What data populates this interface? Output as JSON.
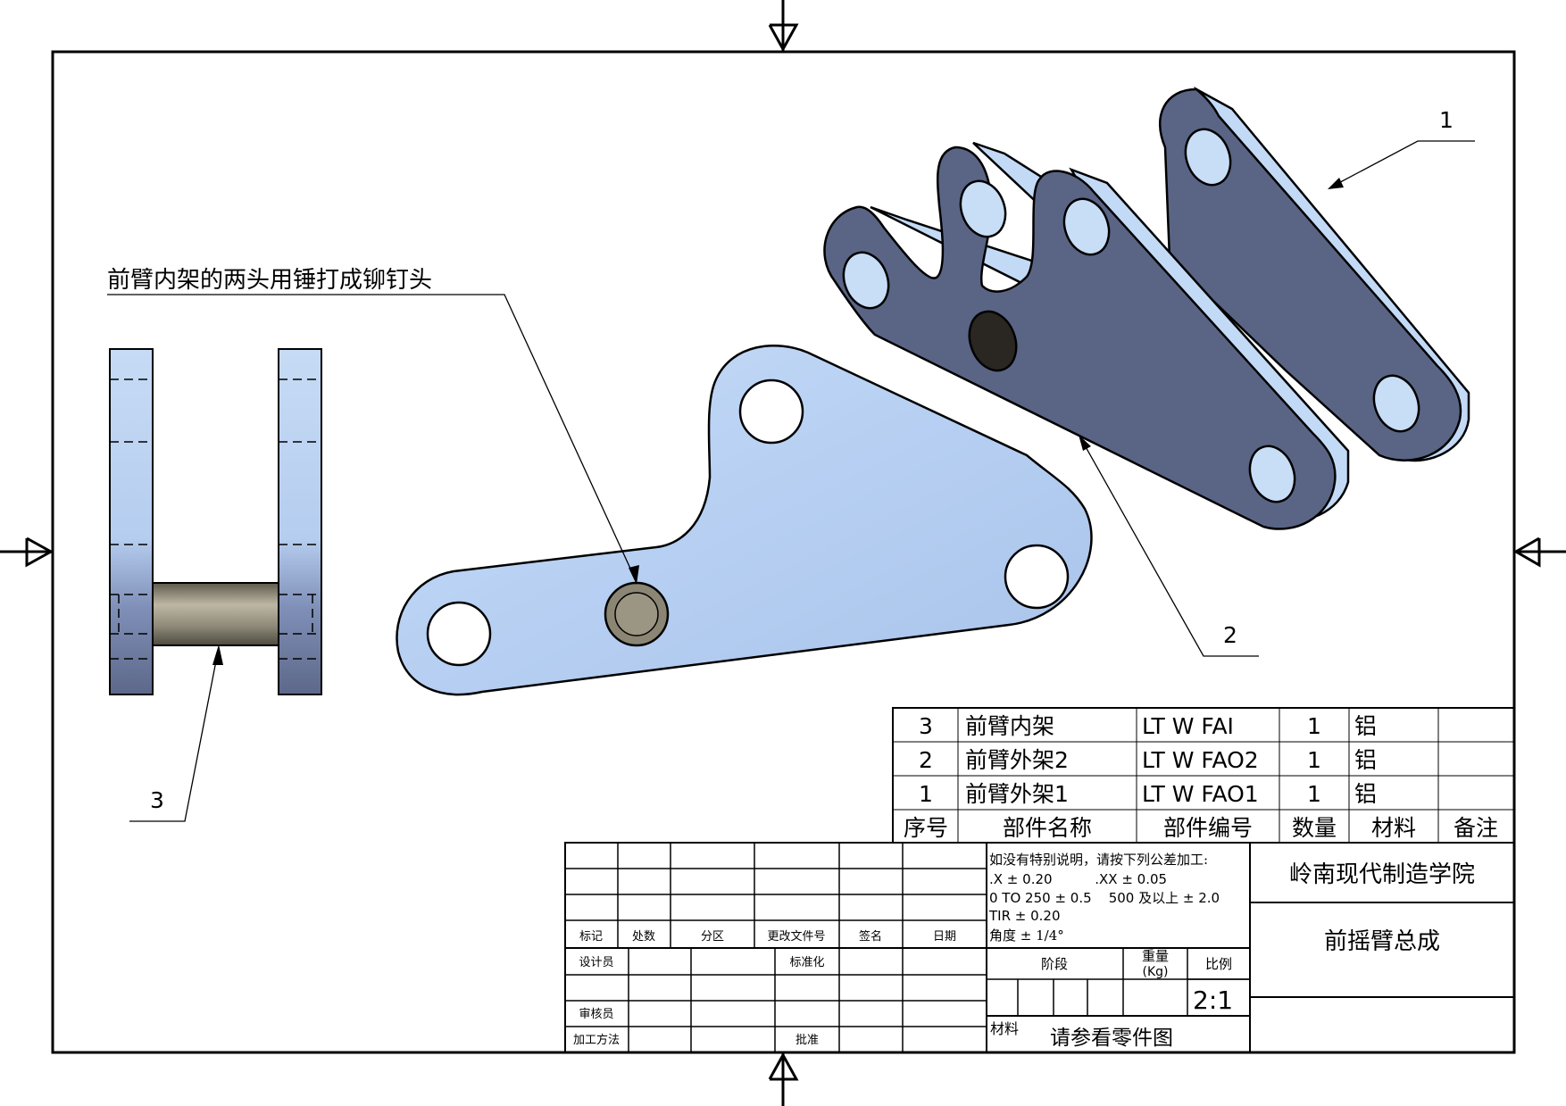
{
  "annotation": "前臂内架的两头用锤打成铆钉头",
  "balloons": [
    "1",
    "2",
    "3"
  ],
  "bom": {
    "headers": [
      "序号",
      "部件名称",
      "部件编号",
      "数量",
      "材料",
      "备注"
    ],
    "rows": [
      [
        "3",
        "前臂内架",
        "LT W FAI",
        "1",
        "铝",
        ""
      ],
      [
        "2",
        "前臂外架2",
        "LT W FAO2",
        "1",
        "铝",
        ""
      ],
      [
        "1",
        "前臂外架1",
        "LT W FAO1",
        "1",
        "铝",
        ""
      ]
    ]
  },
  "title_block": {
    "revision_labels": [
      "标记",
      "处数",
      "分区",
      "更改文件号",
      "签名",
      "日期"
    ],
    "role_labels": [
      "设计员",
      "审核员",
      "加工方法"
    ],
    "mid_labels": [
      "标准化",
      "批准"
    ],
    "tolerance_lines": [
      "如没有特别说明，请按下列公差加工:",
      ".X ± 0.20          .XX ± 0.05",
      "0 TO 250 ± 0.5    500 及以上 ± 2.0",
      "TIR ± 0.20",
      "角度 ± 1/4°"
    ],
    "stage_label": "阶段",
    "weight_label": "重量",
    "weight_unit": "(Kg)",
    "scale_label": "比例",
    "scale_value": "2:1",
    "material_label": "材料",
    "material_value": "请参看零件图",
    "company": "岭南现代制造学院",
    "drawing_title": "前摇臂总成"
  },
  "colors": {
    "part_light": "#b9d3f3",
    "part_dark": "#5a6585",
    "part_edge": "#cfe3fb",
    "pin": "#8a8576",
    "border": "#000000"
  }
}
